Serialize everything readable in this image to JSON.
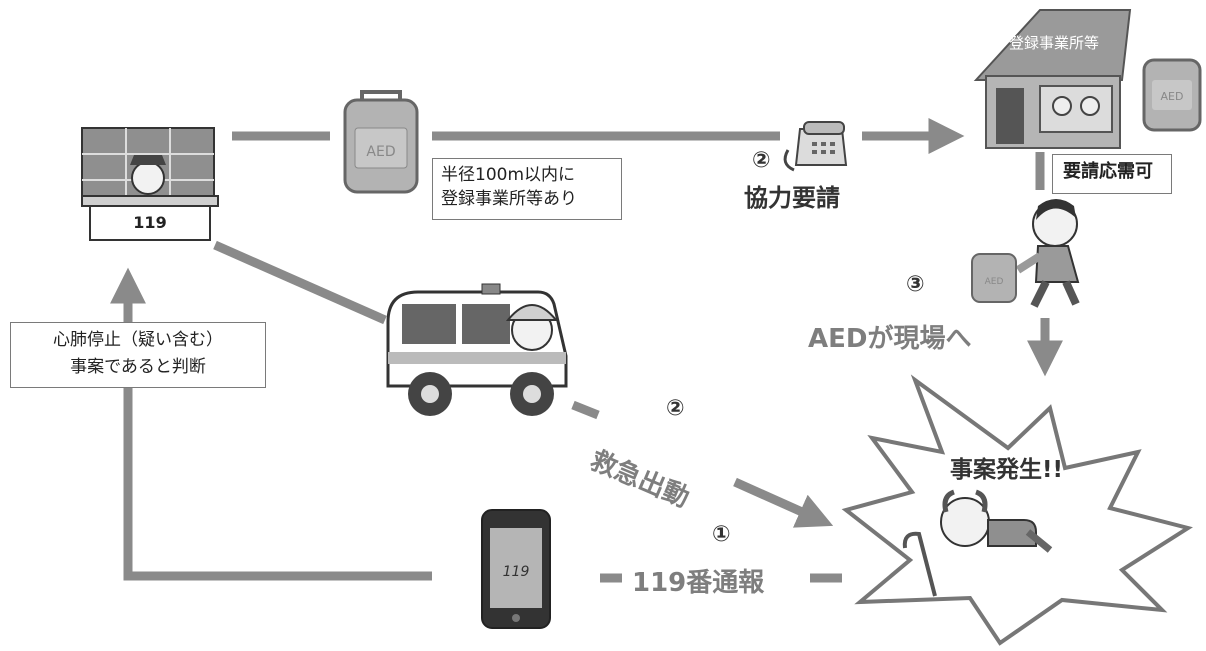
{
  "colors": {
    "line": "#8a8a8a",
    "dark": "#333333",
    "device": "#b3b3b3",
    "burst_fill": "#ffffff"
  },
  "dispatch": {
    "sign": "119"
  },
  "aed_top": {
    "label": "AED"
  },
  "aed_house": {
    "label": "AED"
  },
  "aed_carried": {
    "label": "AED"
  },
  "phone": {
    "screen": "119"
  },
  "house": {
    "sign": "登録事業所等"
  },
  "notes": {
    "radius_line1": "半径100m以内に",
    "radius_line2": "登録事業所等あり",
    "response": "要請応需可",
    "judgment_line1": "心肺停止（疑い含む）",
    "judgment_line2": "事案であると判断"
  },
  "steps": {
    "request_num": "②",
    "request": "協力要請",
    "aed_num": "③",
    "aed_to_site": "AEDが現場へ",
    "dispatch_num": "②",
    "dispatch": "救急出動",
    "call_num": "①",
    "call": "119番通報"
  },
  "incident": {
    "label": "事案発生!!"
  }
}
